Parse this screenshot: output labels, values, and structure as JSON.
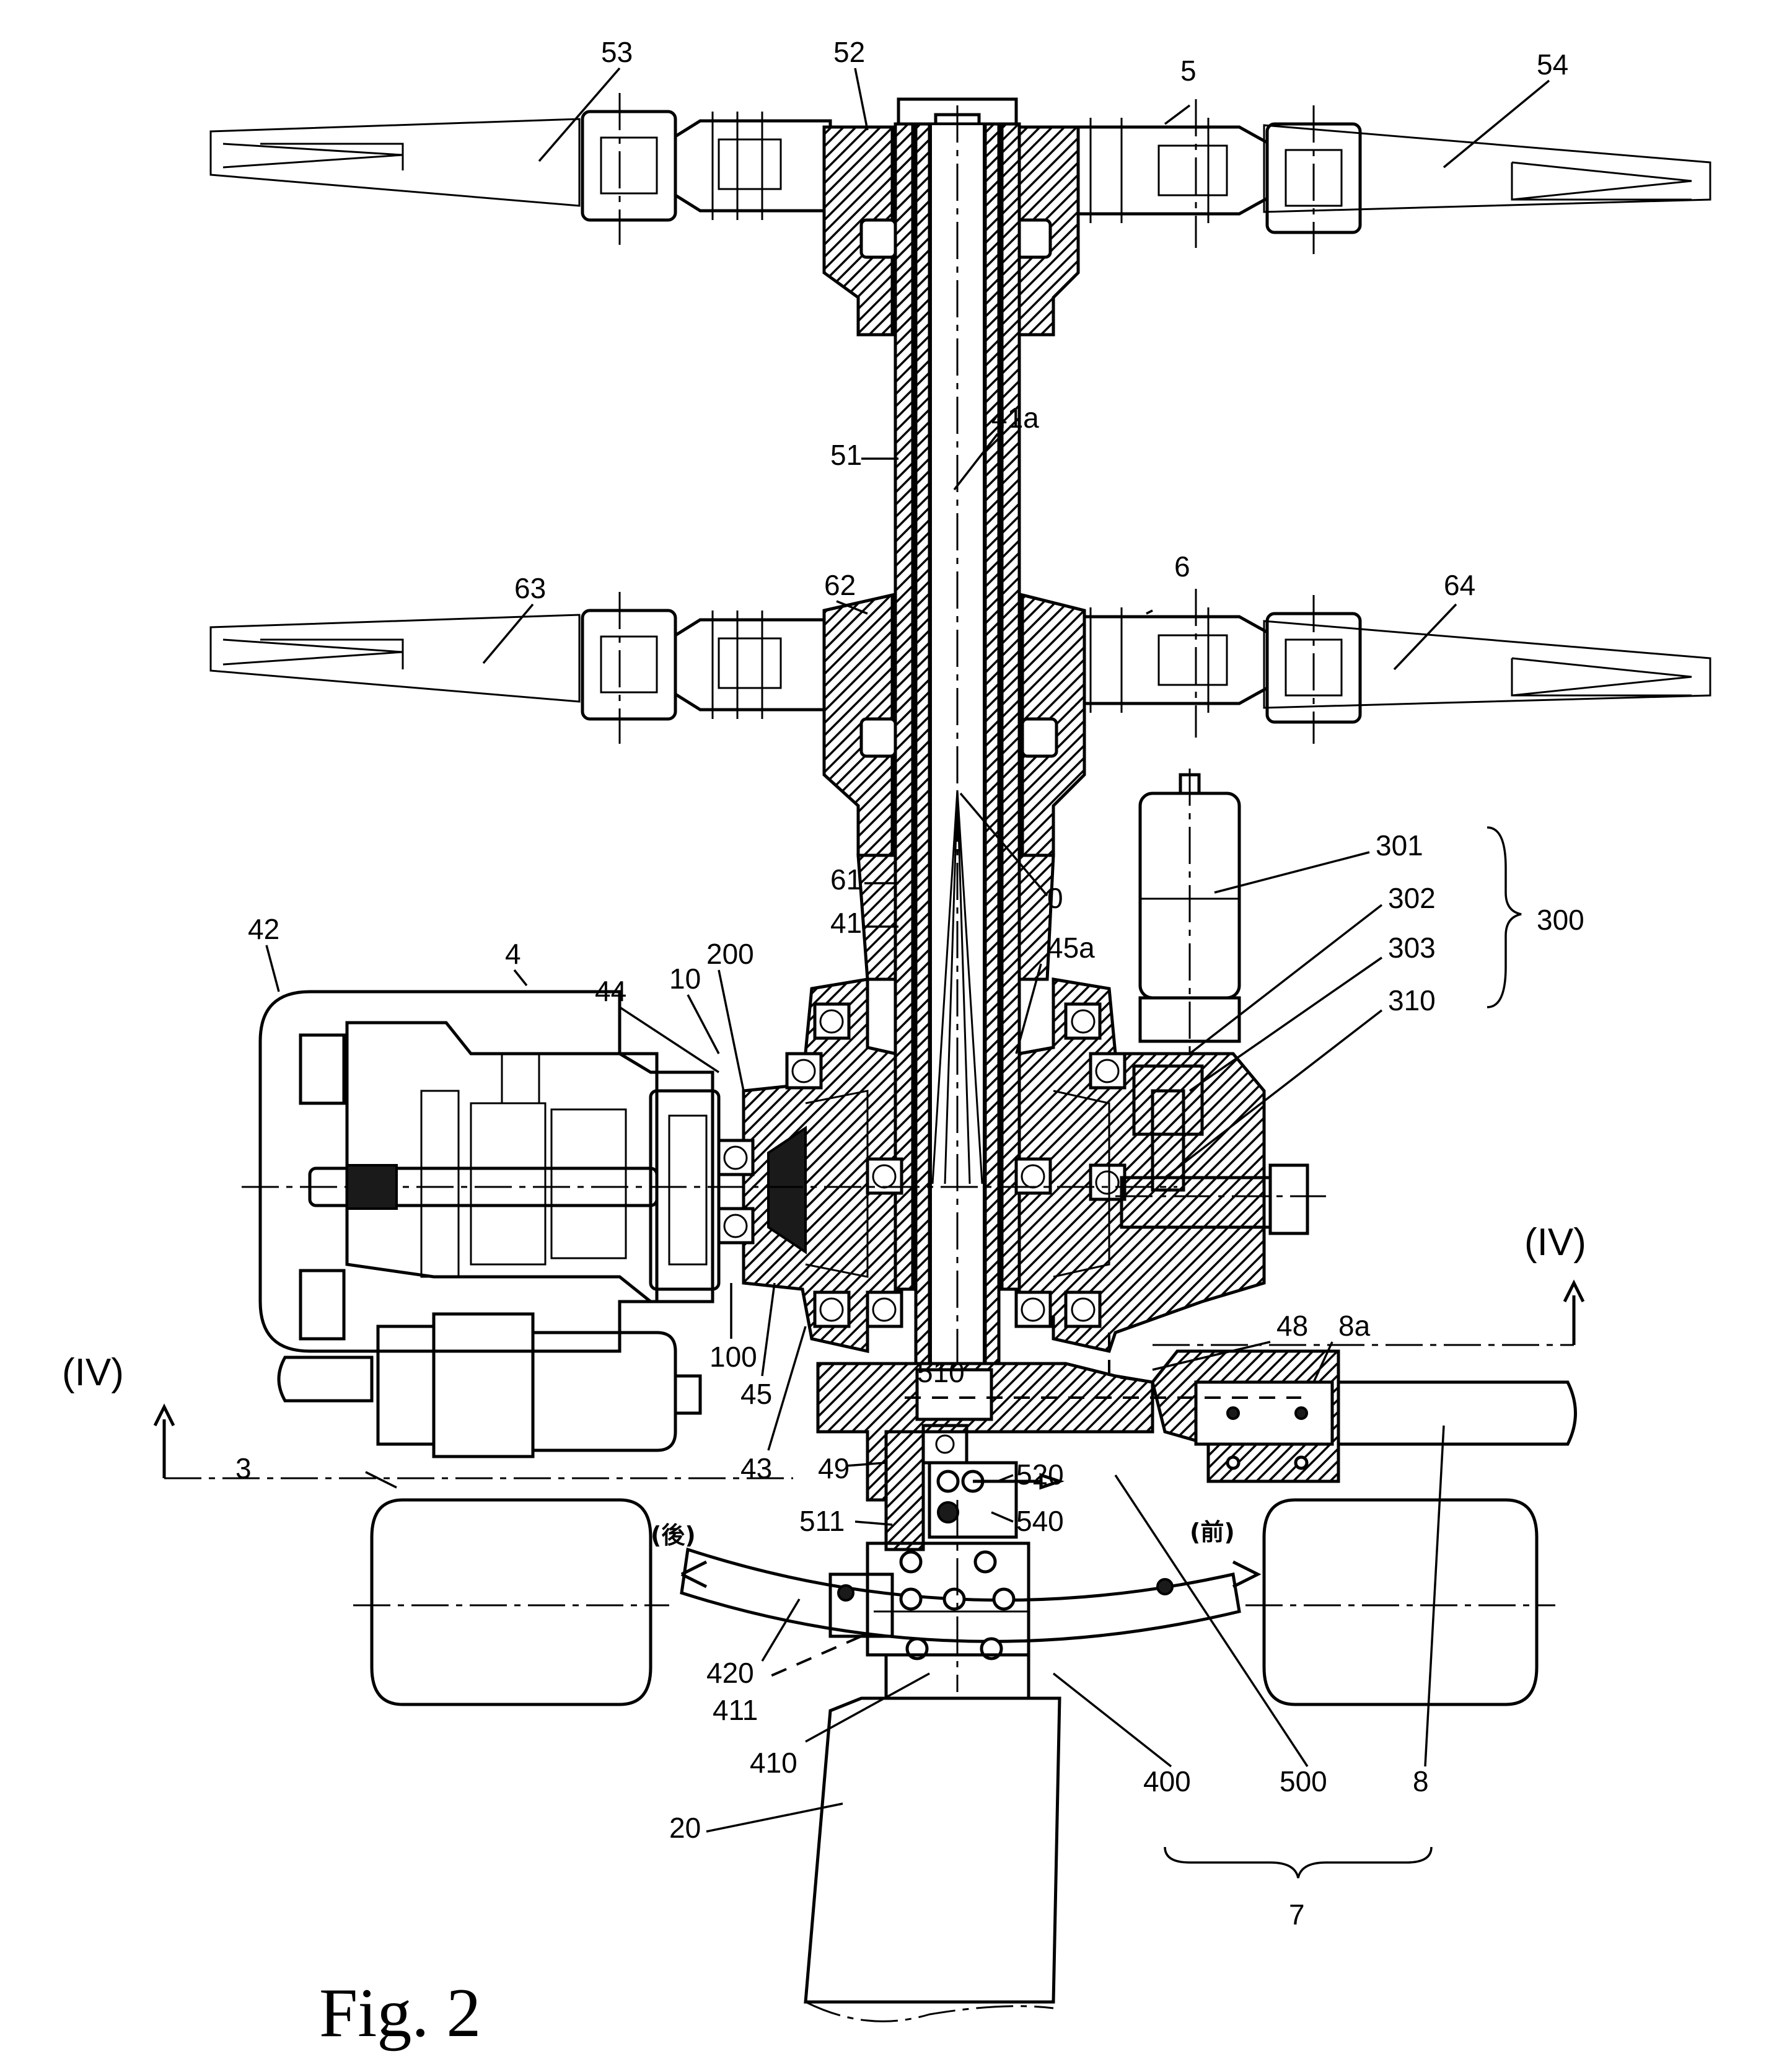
{
  "figure": {
    "caption": "Fig. 2"
  },
  "labels": {
    "l53": "53",
    "l52": "52",
    "l5": "5",
    "l54": "54",
    "l51": "51",
    "l41a": "41a",
    "l63": "63",
    "l62": "62",
    "l6": "6",
    "l64": "64",
    "l301": "301",
    "l302": "302",
    "l303": "303",
    "l310": "310",
    "l300": "300",
    "l61": "61",
    "l41": "41",
    "l0": "0",
    "l45a": "45a",
    "l42": "42",
    "l4": "4",
    "l10": "10",
    "l44": "44",
    "l200": "200",
    "l100": "100",
    "l45": "45",
    "l43": "43",
    "l49": "49",
    "l510": "510",
    "l48": "48",
    "l8a": "8a",
    "l520": "520",
    "l540": "540",
    "l511": "511",
    "l3": "3",
    "l420": "420",
    "l411": "411",
    "l410": "410",
    "l400": "400",
    "l500": "500",
    "l8": "8",
    "l20": "20",
    "l7": "7",
    "sectionLeft": "(IV)",
    "sectionRight": "(IV)",
    "rear": "(後)",
    "front": "(前)"
  }
}
